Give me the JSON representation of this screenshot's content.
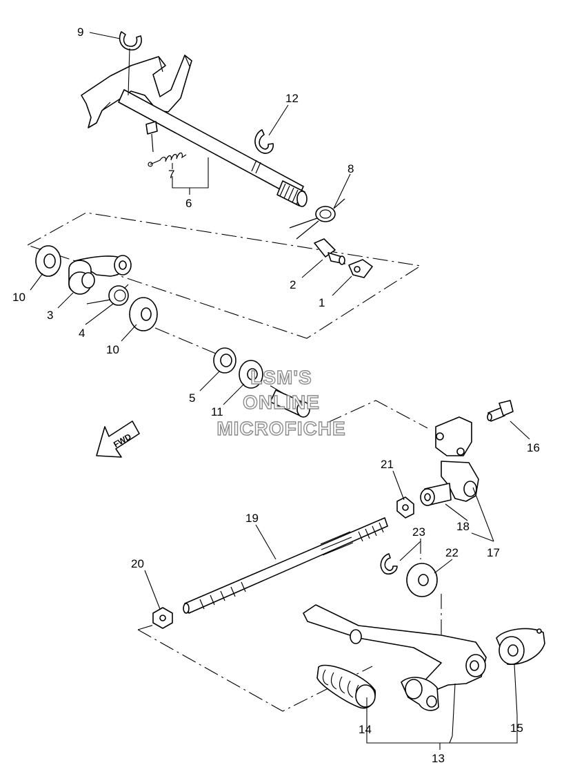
{
  "watermark": {
    "line1": "LSM'S",
    "line2": "ONLINE",
    "line3": "MICROFICHE"
  },
  "fwd_label": "FWD",
  "callouts": {
    "c1": "1",
    "c2": "2",
    "c3": "3",
    "c4": "4",
    "c5": "5",
    "c6": "6",
    "c7": "7",
    "c8": "8",
    "c9": "9",
    "c10a": "10",
    "c10b": "10",
    "c11": "11",
    "c12": "12",
    "c13": "13",
    "c14": "14",
    "c15": "15",
    "c16": "16",
    "c17": "17",
    "c18": "18",
    "c19": "19",
    "c20": "20",
    "c21": "21",
    "c22": "22",
    "c23": "23"
  }
}
